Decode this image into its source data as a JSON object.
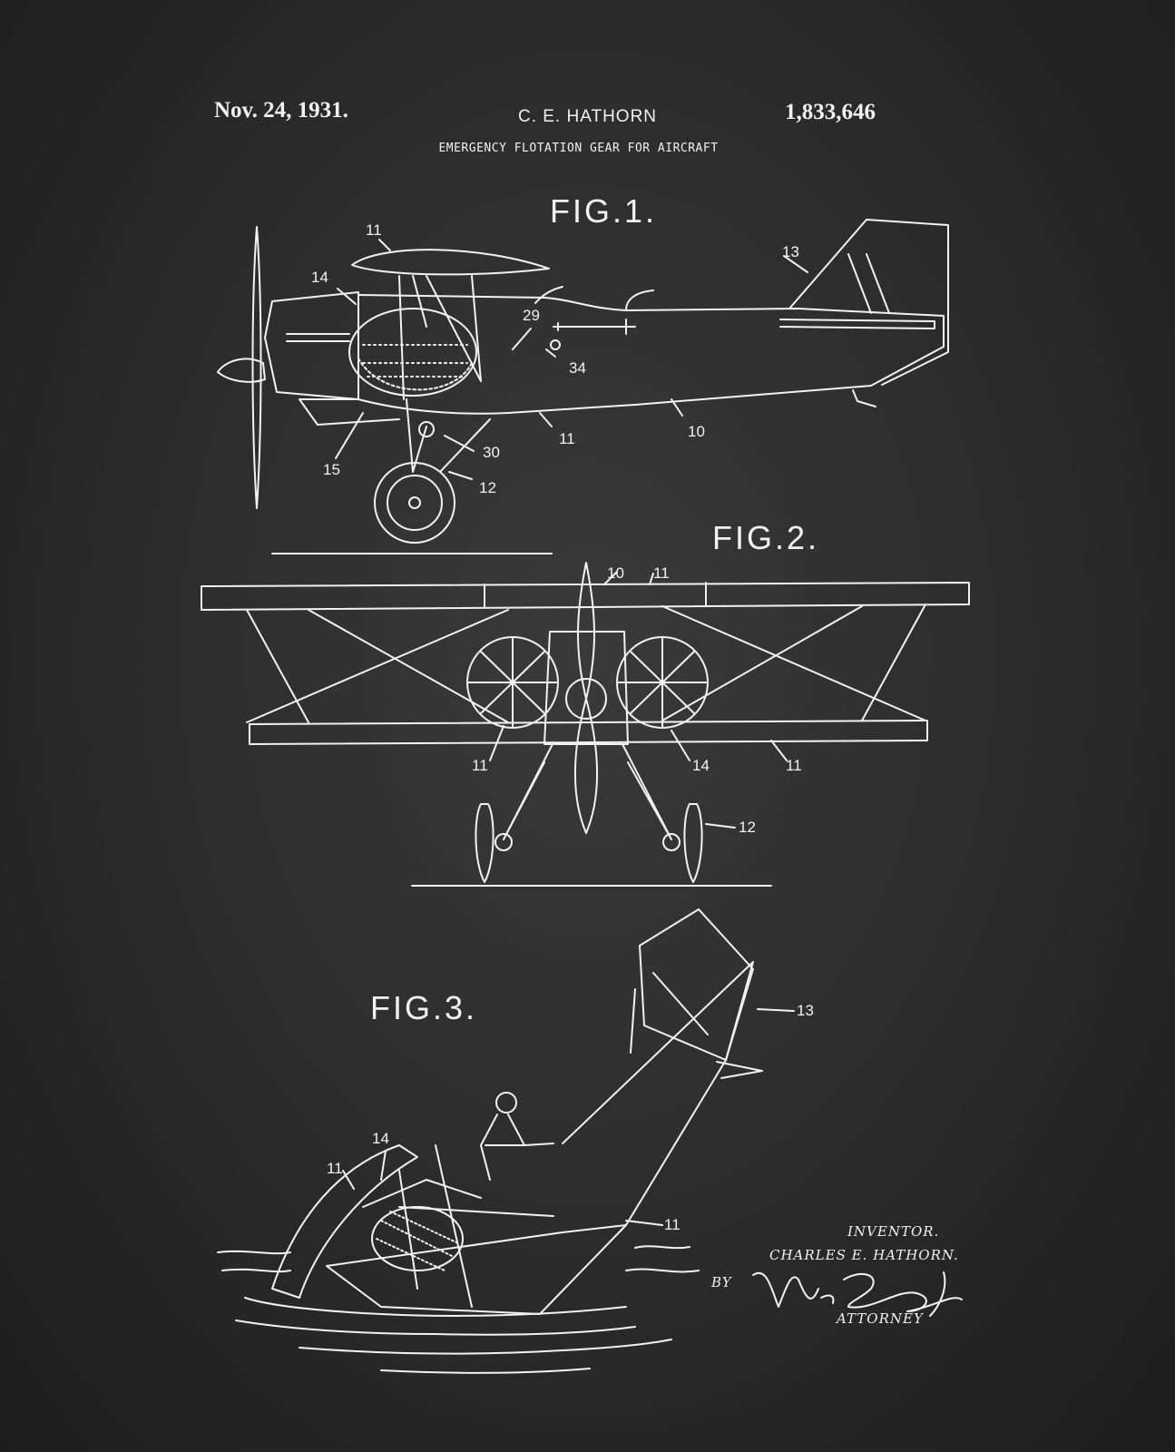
{
  "header": {
    "date": "Nov. 24, 1931.",
    "inventor_name": "C. E. HATHORN",
    "patent_number": "1,833,646",
    "title": "EMERGENCY FLOTATION GEAR FOR AIRCRAFT"
  },
  "figures": {
    "fig1": {
      "label": "FIG.1.",
      "refs": {
        "r11a": "11",
        "r14": "14",
        "r29": "29",
        "r34": "34",
        "r13": "13",
        "r10": "10",
        "r11b": "11",
        "r15": "15",
        "r30": "30",
        "r12": "12"
      }
    },
    "fig2": {
      "label": "FIG.2.",
      "refs": {
        "r10": "10",
        "r11a": "11",
        "r11b": "11",
        "r14": "14",
        "r11c": "11",
        "r12": "12"
      }
    },
    "fig3": {
      "label": "FIG.3.",
      "refs": {
        "r13": "13",
        "r14": "14",
        "r11a": "11",
        "r11b": "11"
      }
    }
  },
  "signature_block": {
    "inventor_label": "INVENTOR.",
    "inventor_name": "CHARLES E. HATHORN.",
    "by_label": "BY",
    "attorney_signature": "W. E. Sears",
    "attorney_label": "ATTORNEY"
  },
  "colors": {
    "background": "#2b2b2b",
    "ink": "#f2f2f2"
  }
}
